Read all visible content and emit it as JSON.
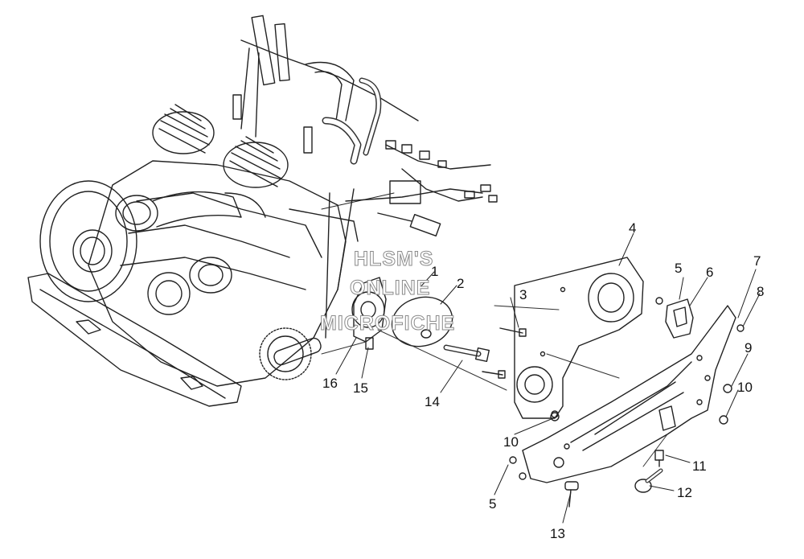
{
  "watermark": {
    "line1": "HLSM'S",
    "line2": "ONLINE",
    "line3": "MICROFICHE"
  },
  "callouts": [
    {
      "key": "c1",
      "text": "1"
    },
    {
      "key": "c2",
      "text": "2"
    },
    {
      "key": "c3",
      "text": "3"
    },
    {
      "key": "c4",
      "text": "4"
    },
    {
      "key": "c5a",
      "text": "5"
    },
    {
      "key": "c5b",
      "text": "5"
    },
    {
      "key": "c6",
      "text": "6"
    },
    {
      "key": "c7",
      "text": "7"
    },
    {
      "key": "c8",
      "text": "8"
    },
    {
      "key": "c9",
      "text": "9"
    },
    {
      "key": "c10a",
      "text": "10"
    },
    {
      "key": "c10b",
      "text": "10"
    },
    {
      "key": "c11",
      "text": "11"
    },
    {
      "key": "c12",
      "text": "12"
    },
    {
      "key": "c13",
      "text": "13"
    },
    {
      "key": "c14",
      "text": "14"
    },
    {
      "key": "c15",
      "text": "15"
    },
    {
      "key": "c16",
      "text": "16"
    }
  ]
}
